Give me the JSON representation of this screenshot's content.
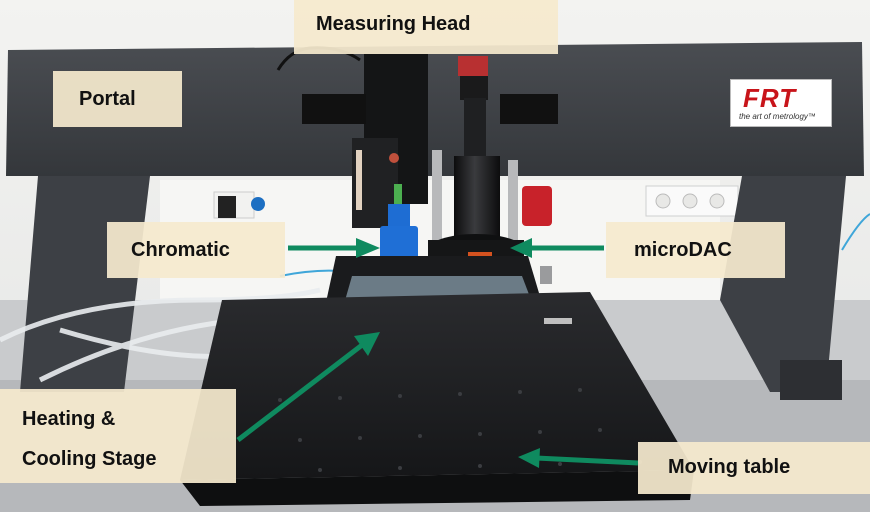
{
  "labels": {
    "measuring_head": "Measuring Head",
    "portal": "Portal",
    "chromatic": "Chromatic",
    "microdac": "microDAC",
    "heating_line1": "Heating &",
    "heating_line2": "Cooling Stage",
    "moving_table": "Moving table"
  },
  "logo": {
    "mark": "FRT",
    "tagline": "the art of metrology™"
  },
  "colors": {
    "arrow": "#0f8a5f",
    "label_bg": "#f5e9cd",
    "granite": "#3c3f44",
    "table": "#1b1c1e"
  }
}
